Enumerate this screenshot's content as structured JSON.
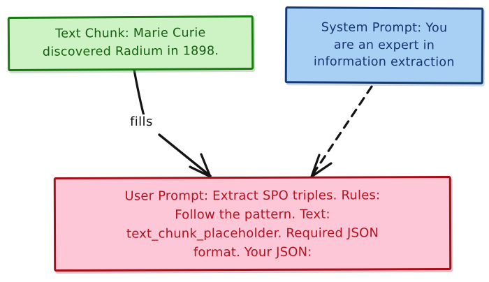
{
  "diagram": {
    "type": "flowchart",
    "background": "#ffffff",
    "nodes": [
      {
        "id": "text-chunk",
        "label": "Text Chunk: Marie Curie\ndiscovered Radium in 1898.",
        "fill": "#cdf3c5",
        "stroke": "#1a7a12",
        "text_color": "#145c0e"
      },
      {
        "id": "system-prompt",
        "label": "System Prompt: You\nare an expert in\ninformation extraction",
        "fill": "#a8d0f5",
        "stroke": "#123a73",
        "text_color": "#17336e"
      },
      {
        "id": "user-prompt",
        "label": "User Prompt: Extract SPO triples. Rules:\nFollow the pattern. Text:\ntext_chunk_placeholder. Required JSON\nformat. Your JSON:",
        "fill": "#fdc7d8",
        "stroke": "#a80d18",
        "text_color": "#b4121f"
      }
    ],
    "edges": [
      {
        "id": "edge-text-chunk-to-user-prompt",
        "from": "text-chunk",
        "to": "user-prompt",
        "label": "fills",
        "style": "solid",
        "color": "#141414"
      },
      {
        "id": "edge-system-prompt-to-user-prompt",
        "from": "system-prompt",
        "to": "user-prompt",
        "label": "",
        "style": "dashed",
        "color": "#141414"
      }
    ]
  }
}
